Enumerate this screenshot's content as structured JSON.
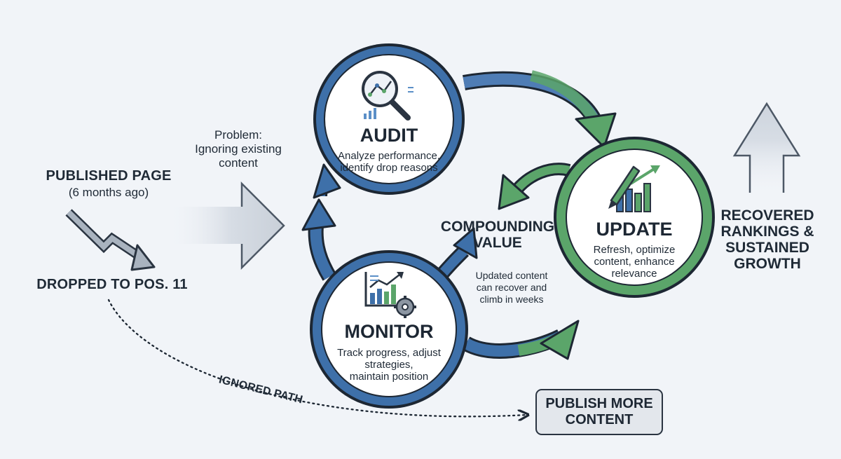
{
  "left": {
    "title": "PUBLISHED PAGE",
    "subtitle": "(6 months ago)",
    "dropped": "DROPPED TO POS. 11"
  },
  "problem": {
    "line1": "Problem:",
    "line2": "Ignoring existing",
    "line3": "content"
  },
  "audit": {
    "title": "AUDIT",
    "desc1": "Analyze performance,",
    "desc2": "identify drop reasons"
  },
  "update": {
    "title": "UPDATE",
    "desc1": "Refresh, optimize",
    "desc2": "content, enhance",
    "desc3": "relevance"
  },
  "monitor": {
    "title": "MONITOR",
    "desc1": "Track progress, adjust",
    "desc2": "strategies,",
    "desc3": "maintain position"
  },
  "center": {
    "title1": "COMPOUNDING",
    "title2": "VALUE",
    "note1": "Updated content",
    "note2": "can recover and",
    "note3": "climb in weeks"
  },
  "right": {
    "line1": "RECOVERED",
    "line2": "RANKINGS &",
    "line3": "SUSTAINED",
    "line4": "GROWTH"
  },
  "ignored": {
    "label": "IGNORED PATH",
    "box1": "PUBLISH MORE",
    "box2": "CONTENT"
  },
  "colors": {
    "blue": "#3e70a9",
    "green": "#5ba56a",
    "gray": "#8c96a2",
    "dark": "#1d2733"
  },
  "icons": [
    "magnifier-chart-icon",
    "pencil-chart-icon",
    "chart-gear-icon",
    "declining-arrow-icon",
    "up-arrow-icon"
  ]
}
